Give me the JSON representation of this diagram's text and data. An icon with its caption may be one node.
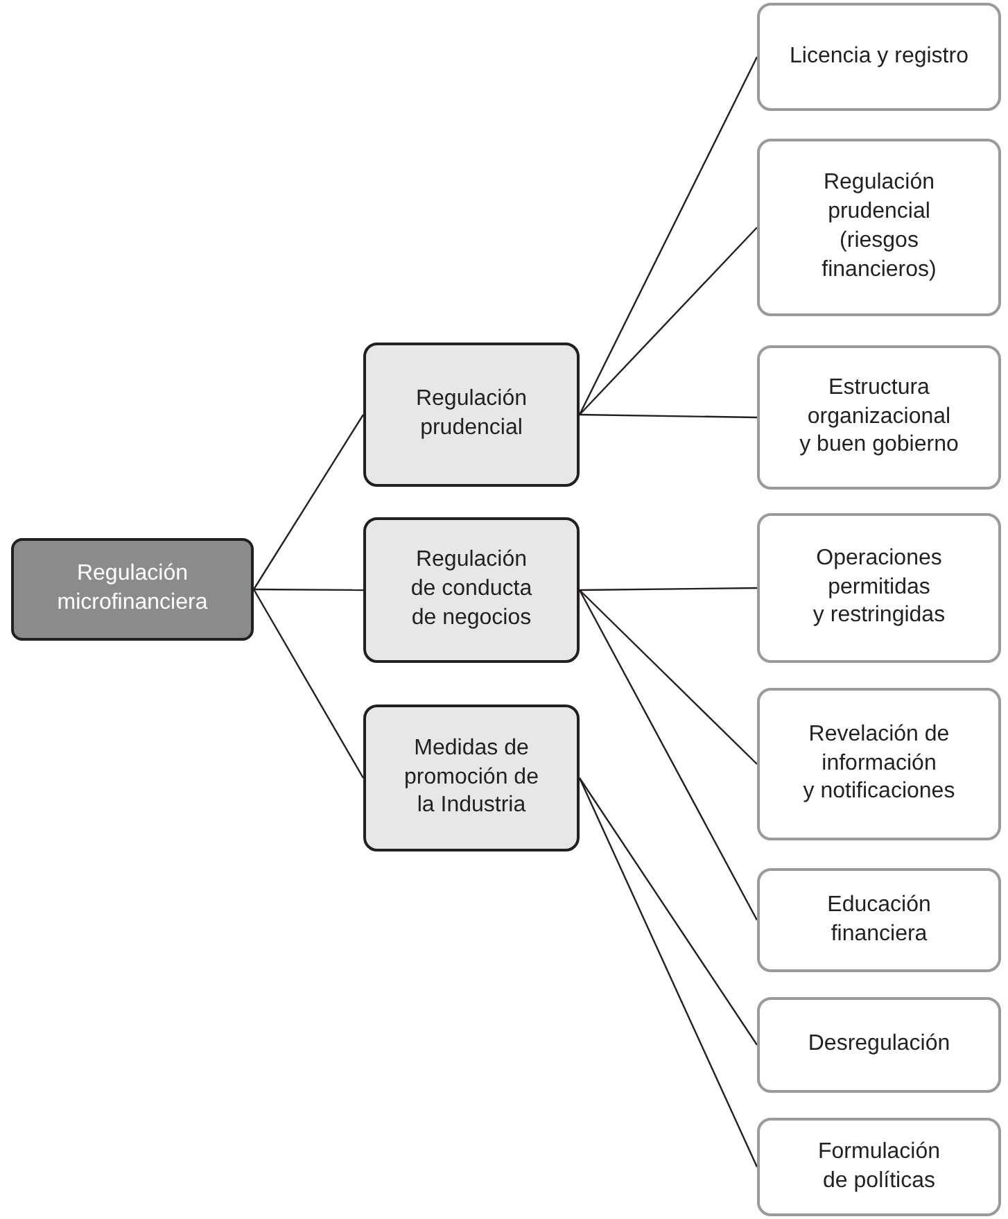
{
  "diagram": {
    "nodes": [
      {
        "text": [
          "Regulación microfinanciera"
        ]
      },
      {
        "text": [
          "Regulación prudencial"
        ]
      },
      {
        "text": [
          "Regulación de conducta de negocios"
        ]
      },
      {
        "text": [
          "Medidas de promoción de la Industria"
        ]
      },
      {
        "text": [
          "Licencia y registro"
        ]
      },
      {
        "text": [
          "Regulación prudencial (riesgos financieros)"
        ]
      },
      {
        "text": [
          "Estructura organizacional y buen gobierno"
        ]
      },
      {
        "text": [
          "Operaciones permitidas y restringidas"
        ]
      },
      {
        "text": [
          "Revelación de información y notificaciones"
        ]
      },
      {
        "text": [
          "Educación financiera"
        ]
      },
      {
        "text": [
          "Desregulación"
        ]
      },
      {
        "text": [
          "Formulación de políticas"
        ]
      }
    ],
    "edges": [
      {
        "from": 0,
        "to": 1,
        "arrow": "none"
      },
      {
        "from": 0,
        "to": 2,
        "arrow": "none"
      },
      {
        "from": 0,
        "to": 3,
        "arrow": "none"
      },
      {
        "from": 1,
        "to": 4,
        "arrow": "none"
      },
      {
        "from": 1,
        "to": 5,
        "arrow": "none"
      },
      {
        "from": 1,
        "to": 6,
        "arrow": "none"
      },
      {
        "from": 2,
        "to": 7,
        "arrow": "none"
      },
      {
        "from": 2,
        "to": 8,
        "arrow": "none"
      },
      {
        "from": 2,
        "to": 9,
        "arrow": "none"
      },
      {
        "from": 3,
        "to": 10,
        "arrow": "none"
      },
      {
        "from": 3,
        "to": 11,
        "arrow": "none"
      }
    ]
  }
}
